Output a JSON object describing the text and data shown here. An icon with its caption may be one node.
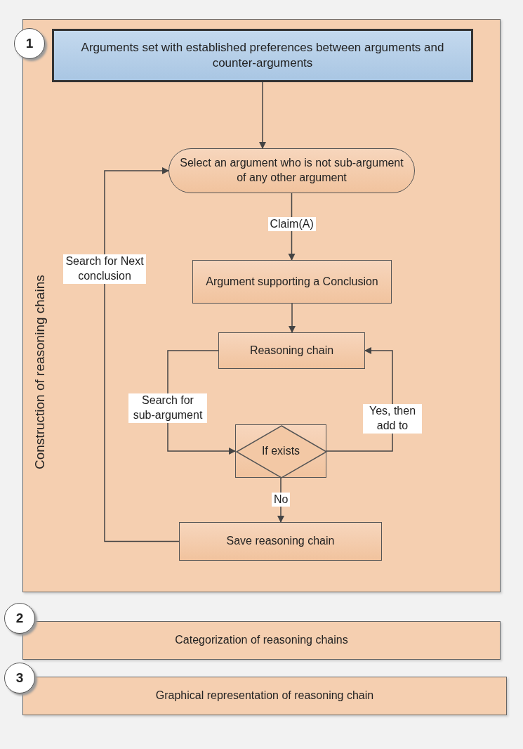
{
  "diagram": {
    "nodes": [
      {
        "text": [
          "Construction of reasoning chains"
        ]
      },
      {
        "text": [
          "1"
        ]
      },
      {
        "text": [
          "Arguments set with established preferences between arguments and counter-arguments"
        ],
        "in": 0
      },
      {
        "text": [
          "Select an argument who is not sub-argument of any other argument"
        ],
        "in": 0
      },
      {
        "text": [
          "Argument supporting a Conclusion"
        ],
        "in": 0
      },
      {
        "text": [
          "Reasoning chain"
        ],
        "in": 0
      },
      {
        "text": [
          "If exists"
        ],
        "in": 0
      },
      {
        "text": [
          "Save reasoning chain"
        ],
        "in": 0
      },
      {
        "text": [
          "2"
        ]
      },
      {
        "text": [
          "Categorization of reasoning chains"
        ]
      },
      {
        "text": [
          "3"
        ]
      },
      {
        "text": [
          "Graphical representation of reasoning chain"
        ]
      }
    ],
    "edges": [
      {
        "from": 2,
        "to": 3,
        "arrow": "to"
      },
      {
        "from": 3,
        "to": 4,
        "arrow": "to",
        "label": "Claim(A)"
      },
      {
        "from": 4,
        "to": 5,
        "arrow": "to"
      },
      {
        "from": 5,
        "to": 6,
        "arrow": "to",
        "label": "Search for sub-argument"
      },
      {
        "from": 6,
        "to": 5,
        "arrow": "to",
        "label": "Yes, then add to"
      },
      {
        "from": 6,
        "to": 7,
        "arrow": "to",
        "label": "No"
      },
      {
        "from": 7,
        "to": 3,
        "arrow": "to",
        "label": "Search for Next conclusion"
      }
    ]
  }
}
